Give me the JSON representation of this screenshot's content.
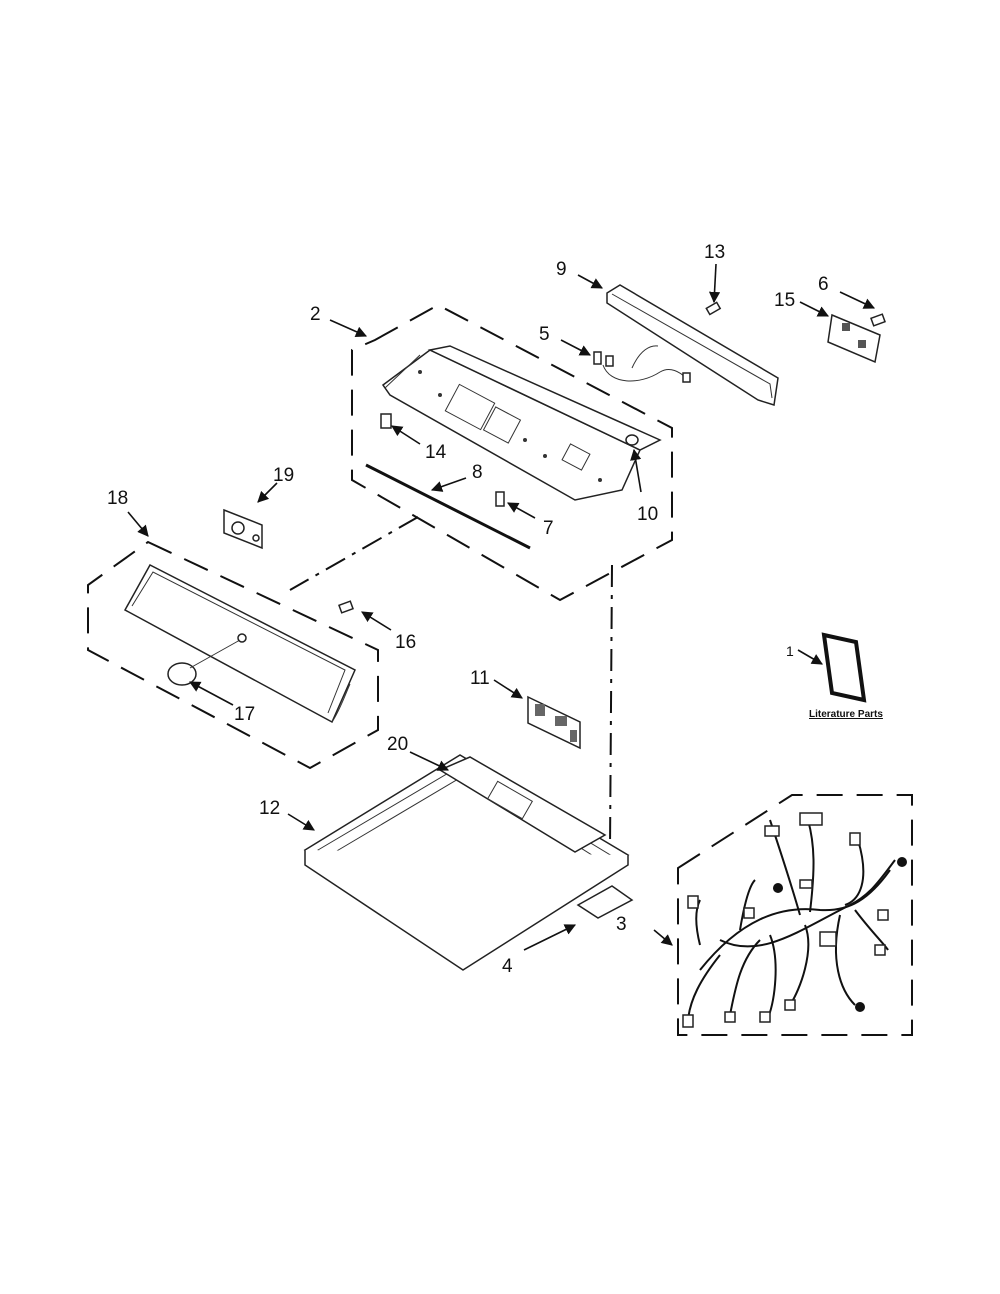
{
  "callouts": {
    "c1": "1",
    "c2": "2",
    "c3": "3",
    "c4": "4",
    "c5": "5",
    "c6": "6",
    "c7": "7",
    "c8": "8",
    "c9": "9",
    "c10": "10",
    "c11": "11",
    "c12": "12",
    "c13": "13",
    "c14": "14",
    "c15": "15",
    "c16": "16",
    "c17": "17",
    "c18": "18",
    "c19": "19",
    "c20": "20"
  },
  "literature": {
    "label": "Literature Parts"
  }
}
